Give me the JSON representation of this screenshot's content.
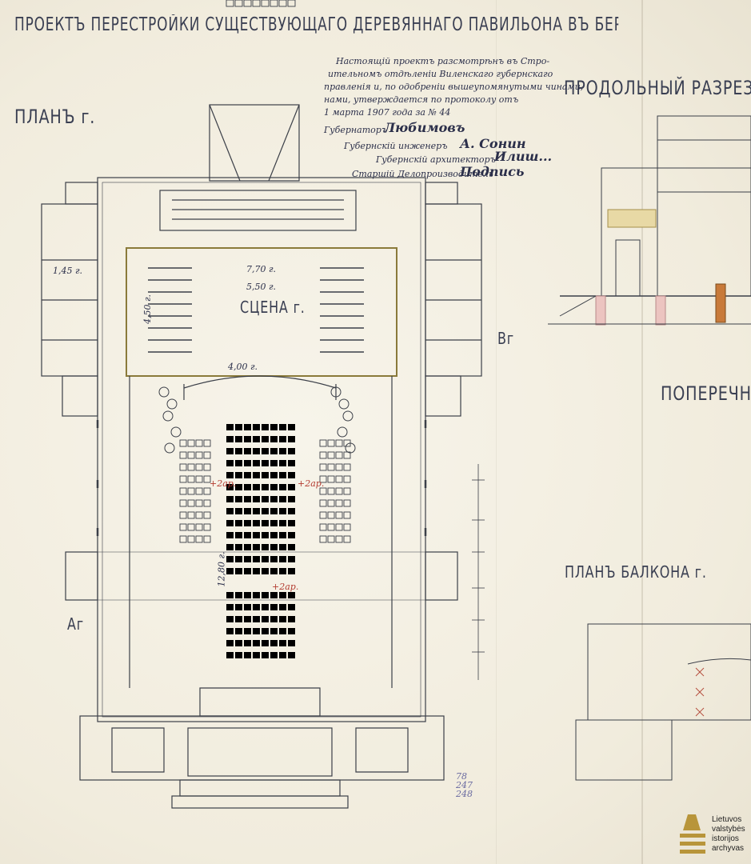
{
  "sheet": {
    "title": "ПРОЕКТЪ ПЕРЕСТРОЙКИ СУЩЕСТВУЮЩАГО ДЕРЕВЯННАГО ПАВИЛЬОНА ВЪ БЕРНАДИНСКОМЪ САДУ ПОДЪ ПОМЕЩЕ",
    "plan_label": "ПЛАНЪ г.",
    "long_section": "ПРОДОЛЬНЫЙ РАЗРЕЗЪ",
    "cross_section": "ПОПЕРЕЧНЫ",
    "balcony_plan": "ПЛАНЪ БАЛКОНА г.",
    "stage_label": "СЦЕНА г.",
    "mark_a": "Аг",
    "mark_b": "Вг",
    "dims": {
      "stage_width_1": "7,70 г.",
      "stage_width_2": "5,50 г.",
      "stage_depth": "4,50 г.",
      "proscenium": "4,00 г.",
      "hall_length": "12,80 г.",
      "side_width": "1,45 г."
    },
    "row_marks": [
      "+2ар.",
      "+2ар.",
      "+2ар."
    ],
    "archive_number": "78\n247\n248"
  },
  "approval": {
    "line1": "Настоящій проектъ разсмотрѣнъ въ Стро-",
    "line2": "ительномъ отдѣленіи Виленскаго губернскаго",
    "line3": "правленія и, по одобреніи вышеупомянутыми чинами,",
    "line4": "нами, утверждается по протоколу отъ",
    "line5": "1 марта 1907 года за № 44",
    "governor": "Губернаторъ",
    "governor_sig": "Любимовъ",
    "engineer": "Губернскій инженеръ",
    "engineer_sig": "А. Сонин",
    "architect": "Губернскій архитекторъ",
    "architect_sig": "Илиш...",
    "junior": "Старшій Делопроизводитель",
    "junior_sig": "Подпись"
  },
  "logo": {
    "line1": "Lietuvos",
    "line2": "valstybės",
    "line3": "istorijos",
    "line4": "archyvas"
  }
}
